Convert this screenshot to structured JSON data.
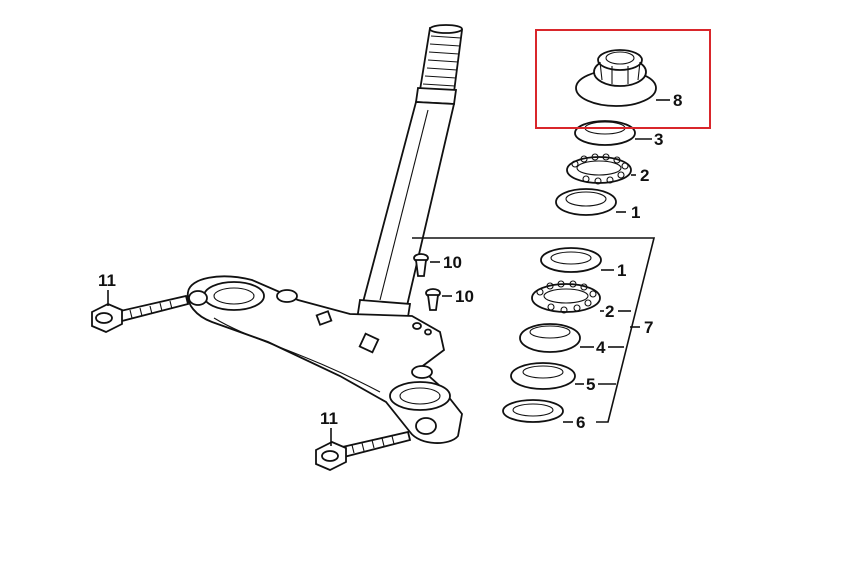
{
  "highlight_color": "#d9262b",
  "callouts": {
    "c8": "8",
    "c3": "3",
    "c2_top": "2",
    "c1_top": "1",
    "c10_a": "10",
    "c10_b": "10",
    "c1_kit": "1",
    "c2_kit": "2",
    "c7": "7",
    "c4": "4",
    "c5": "5",
    "c6": "6",
    "c11_a": "11",
    "c11_b": "11"
  }
}
